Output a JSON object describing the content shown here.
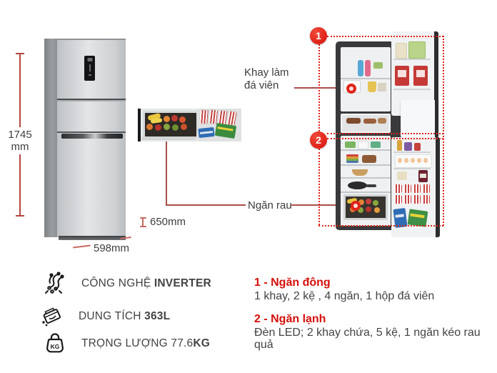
{
  "dims": {
    "height_value": "1745",
    "height_unit": "mm",
    "width": "598mm",
    "depth": "650mm"
  },
  "callouts": {
    "ice_tray_line1": "Khay làm",
    "ice_tray_line2": "đá viên",
    "veg_drawer": "Ngăn rau"
  },
  "markers": {
    "one": "1",
    "two": "2"
  },
  "features": [
    {
      "text": "CÔNG NGHỆ ",
      "bold": "INVERTER",
      "icon": "inverter-icon"
    },
    {
      "text": "DUNG TÍCH ",
      "bold": "363L",
      "icon": "capacity-icon"
    },
    {
      "text": "TRỌNG LƯỢNG 77.6",
      "bold": "KG",
      "icon": "weight-icon"
    }
  ],
  "weight_icon_label": "KG",
  "sections": [
    {
      "heading": "1 - Ngăn đông",
      "body": "1 khay, 2 kệ , 4 ngăn, 1 hộp đá viên"
    },
    {
      "heading": "2 - Ngăn lạnh",
      "body": "Đèn LED; 2 khay chứa, 5 kệ, 1 ngăn kéo rau quả"
    }
  ],
  "colors": {
    "accent_red": "#e02318",
    "dimension_red": "#b4453f",
    "heading_red": "#d50f0a",
    "text_dark": "#3f3f41"
  }
}
